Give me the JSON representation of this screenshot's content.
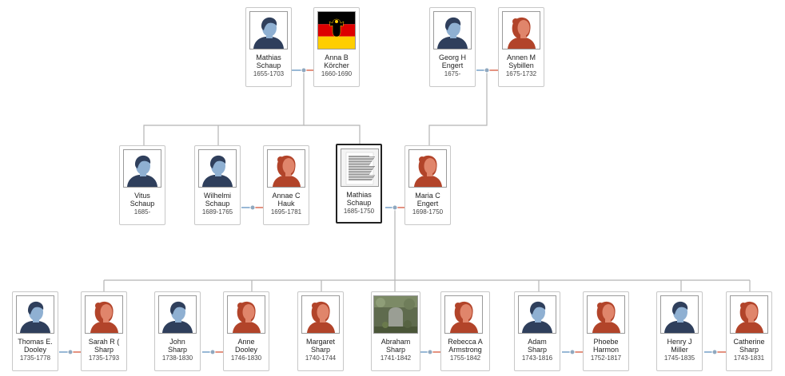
{
  "colors": {
    "male": "#2f3f5c",
    "male_face": "#8fb0d2",
    "female": "#b2442a",
    "female_face": "#e0856b",
    "line_gray": "#b5b5b5",
    "spouse_male": "#6b9ac4",
    "spouse_female": "#d9634a"
  },
  "people": [
    {
      "id": "p1",
      "first": "Mathias",
      "last": "Schaup",
      "years": "1655-1703",
      "gender": "male",
      "photo": "silhouette-male"
    },
    {
      "id": "p2",
      "first": "Anna B",
      "last": "Körcher",
      "years": "1660-1690",
      "gender": "female",
      "photo": "flag-germany"
    },
    {
      "id": "p3",
      "first": "Georg H",
      "last": "Engert",
      "years": "1675-",
      "gender": "male",
      "photo": "silhouette-male"
    },
    {
      "id": "p4",
      "first": "Annen M",
      "last": "Sybillen",
      "years": "1675-1732",
      "gender": "female",
      "photo": "silhouette-female"
    },
    {
      "id": "p5",
      "first": "Vitus",
      "last": "Schaup",
      "years": "1685-",
      "gender": "male",
      "photo": "silhouette-male"
    },
    {
      "id": "p6",
      "first": "Wilhelmi",
      "last": "Schaup",
      "years": "1689-1765",
      "gender": "male",
      "photo": "silhouette-male"
    },
    {
      "id": "p7",
      "first": "Annae C",
      "last": "Hauk",
      "years": "1695-1781",
      "gender": "female",
      "photo": "silhouette-female"
    },
    {
      "id": "p8",
      "first": "Mathias",
      "last": "Schaup",
      "years": "1685-1750",
      "gender": "male",
      "photo": "document"
    },
    {
      "id": "p9",
      "first": "Maria C",
      "last": "Engert",
      "years": "1698-1750",
      "gender": "female",
      "photo": "silhouette-female"
    },
    {
      "id": "p10",
      "first": "Thomas E.",
      "last": "Dooley",
      "years": "1735-1778",
      "gender": "male",
      "photo": "silhouette-male"
    },
    {
      "id": "p11",
      "first": "Sarah R (",
      "last": "Sharp",
      "years": "1735-1793",
      "gender": "female",
      "photo": "silhouette-female"
    },
    {
      "id": "p12",
      "first": "John",
      "last": "Sharp",
      "years": "1738-1830",
      "gender": "male",
      "photo": "silhouette-male"
    },
    {
      "id": "p13",
      "first": "Anne",
      "last": "Dooley",
      "years": "1746-1830",
      "gender": "female",
      "photo": "silhouette-female"
    },
    {
      "id": "p14",
      "first": "Margaret",
      "last": "Sharp",
      "years": "1740-1744",
      "gender": "female",
      "photo": "silhouette-female"
    },
    {
      "id": "p15",
      "first": "Abraham",
      "last": "Sharp",
      "years": "1741-1842",
      "gender": "male",
      "photo": "gravestone"
    },
    {
      "id": "p16",
      "first": "Rebecca A",
      "last": "Armstrong",
      "years": "1755-1842",
      "gender": "female",
      "photo": "silhouette-female"
    },
    {
      "id": "p17",
      "first": "Adam",
      "last": "Sharp",
      "years": "1743-1816",
      "gender": "male",
      "photo": "silhouette-male"
    },
    {
      "id": "p18",
      "first": "Phoebe",
      "last": "Harmon",
      "years": "1752-1817",
      "gender": "female",
      "photo": "silhouette-female"
    },
    {
      "id": "p19",
      "first": "Henry J",
      "last": "Miller",
      "years": "1745-1835",
      "gender": "male",
      "photo": "silhouette-male"
    },
    {
      "id": "p20",
      "first": "Catherine",
      "last": "Sharp",
      "years": "1743-1831",
      "gender": "female",
      "photo": "silhouette-female"
    }
  ]
}
